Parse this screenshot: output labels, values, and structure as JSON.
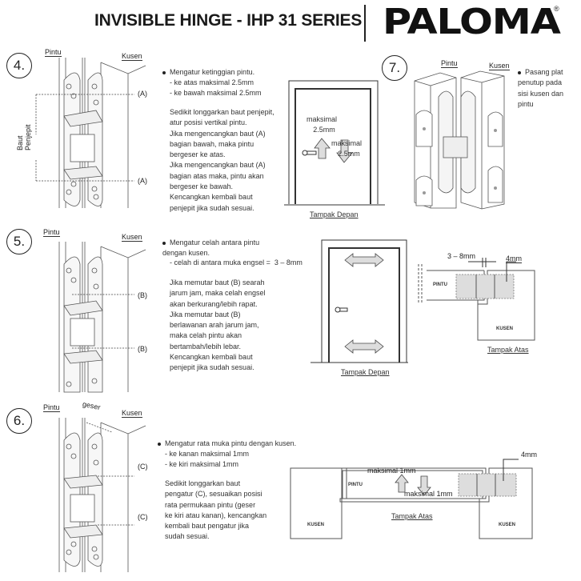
{
  "header": {
    "title": "INVISIBLE HINGE - IHP 31 SERIES",
    "brand": "PALOMA",
    "brand_mark": "®"
  },
  "steps": [
    {
      "number": "4.",
      "label_door": "Pintu",
      "label_frame": "Kusen",
      "side_label_line1": "Baut",
      "side_label_line2": "Penjepit",
      "callouts": [
        "(A)",
        "(A)"
      ],
      "bullet": "Mengatur ketinggian pintu.",
      "sub_items": [
        "- ke atas maksimal 2.5mm",
        "- ke bawah maksimal 2.5mm"
      ],
      "body": "Sedikit longgarkan baut penjepit,\natur posisi vertikal pintu.\nJika mengencangkan baut (A)\nbagian bawah, maka pintu\nbergeser ke atas.\nJika mengencangkan baut (A)\nbagian atas maka, pintu akan\nbergeser ke bawah.\nKencangkan kembali baut\npenjepit jika sudah sesuai.",
      "diagram": {
        "up_label_1": "maksimal",
        "up_label_2": "2.5mm",
        "down_label_1": "maksimal",
        "down_label_2": "2.5mm",
        "caption": "Tampak Depan"
      }
    },
    {
      "number": "5.",
      "label_door": "Pintu",
      "label_frame": "Kusen",
      "callouts": [
        "(B)",
        "(B)"
      ],
      "bullet": "Mengatur celah antara pintu\ndengan kusen.",
      "sub_items": [
        "- celah di antara muka engsel =  3 – 8mm"
      ],
      "body": "Jika memutar baut (B) searah\njarum jam, maka celah engsel\nakan berkurang/lebih rapat.\nJika memutar baut (B)\nberlawanan arah jarum jam,\nmaka celah pintu akan\nbertambah/lebih lebar.\nKencangkan kembali baut\npenjepit jika sudah sesuai.",
      "front_caption": "Tampak Depan",
      "top_view": {
        "gap_label": "3 – 8mm",
        "depth_label": "4mm",
        "door_label": "PINTU",
        "frame_label": "KUSEN",
        "caption": "Tampak Atas"
      }
    },
    {
      "number": "6.",
      "label_door": "Pintu",
      "label_shift": "geser",
      "label_frame": "Kusen",
      "callouts": [
        "(C)",
        "(C)"
      ],
      "bullet": "Mengatur rata muka pintu dengan kusen.",
      "sub_items": [
        "- ke kanan maksimal 1mm",
        "- ke kiri maksimal 1mm"
      ],
      "body": "Sedikit longgarkan baut\npengatur (C), sesuaikan posisi\nrata permukaan pintu (geser\nke kiri atau kanan), kencangkan\nkembali baut pengatur jika\nsudah sesuai.",
      "top_view": {
        "up_label": "maksimal 1mm",
        "down_label": "maksimal 1mm",
        "depth_label": "4mm",
        "door_label": "PINTU",
        "frame_left_label": "KUSEN",
        "frame_right_label": "KUSEN",
        "caption": "Tampak Atas"
      }
    },
    {
      "number": "7.",
      "label_door": "Pintu",
      "label_frame": "Kusen",
      "bullet": "Pasang plat\npenutup pada\nsisi kusen dan\npintu"
    }
  ]
}
